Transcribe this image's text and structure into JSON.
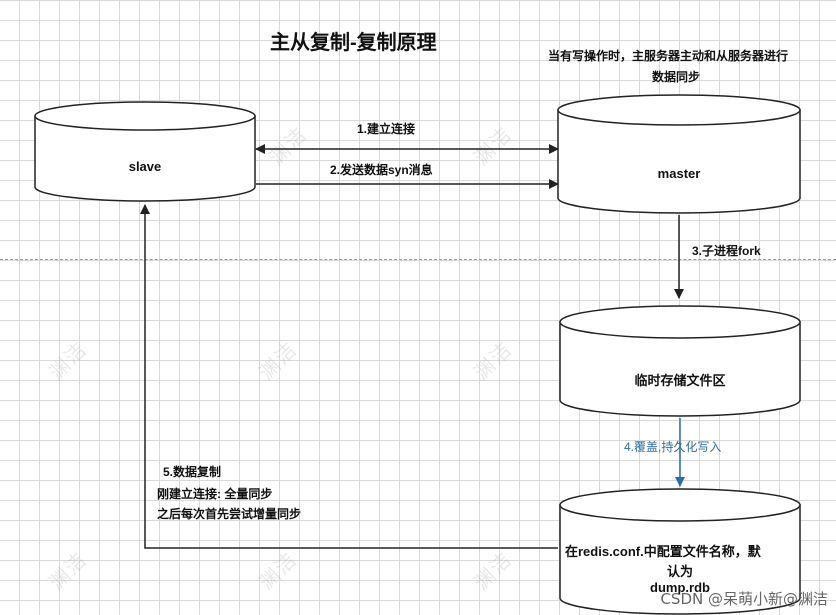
{
  "title": "主从复制-复制原理",
  "top_note": {
    "line1": "当有写操作时，主服务器主动和从服务器进行",
    "line2": "数据同步"
  },
  "nodes": {
    "slave": "slave",
    "master": "master",
    "temp": "临时存储文件区",
    "conf": {
      "line1": "在redis.conf.中配置文件名称，默",
      "line2": "认为",
      "line3": "dump.rdb"
    }
  },
  "edges": {
    "step1": "1.建立连接",
    "step2": "2.发送数据syn消息",
    "step3": "3.子进程fork",
    "step4": "4.覆盖,持久化写入",
    "step5": {
      "line1": "5.数据复制",
      "line2": "刚建立连接: 全量同步",
      "line3": "之后每次首先尝试增量同步"
    }
  },
  "watermark": "渊洁",
  "credit": "CSDN @呆萌小新@渊洁",
  "colors": {
    "stroke": "#222222",
    "blue_arrow": "#2e6e9e"
  }
}
